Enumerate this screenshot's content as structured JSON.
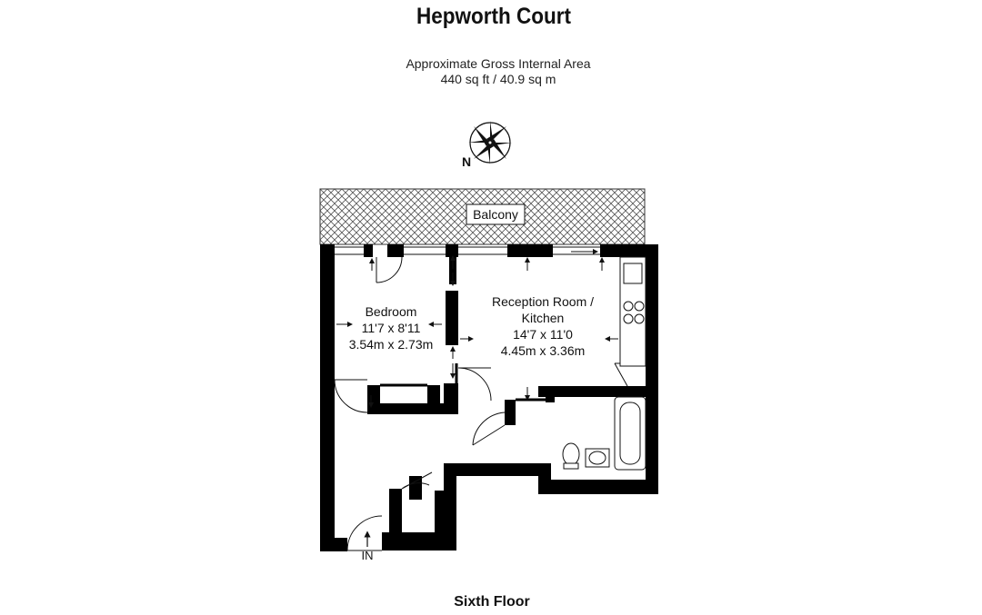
{
  "title": "Hepworth Court",
  "area_label": "Approximate Gross Internal Area",
  "area_value": "440 sq ft / 40.9 sq m",
  "compass_label": "N",
  "balcony_label": "Balcony",
  "bedroom": {
    "name": "Bedroom",
    "imperial": "11'7 x 8'11",
    "metric": "3.54m x 2.73m"
  },
  "reception": {
    "name_line1": "Reception Room /",
    "name_line2": "Kitchen",
    "imperial": "14'7 x 11'0",
    "metric": "4.45m x 3.36m"
  },
  "entrance_label": "IN",
  "floor_label": "Sixth Floor",
  "colors": {
    "wall": "#000000",
    "hatch": "#555555",
    "text": "#111111"
  }
}
